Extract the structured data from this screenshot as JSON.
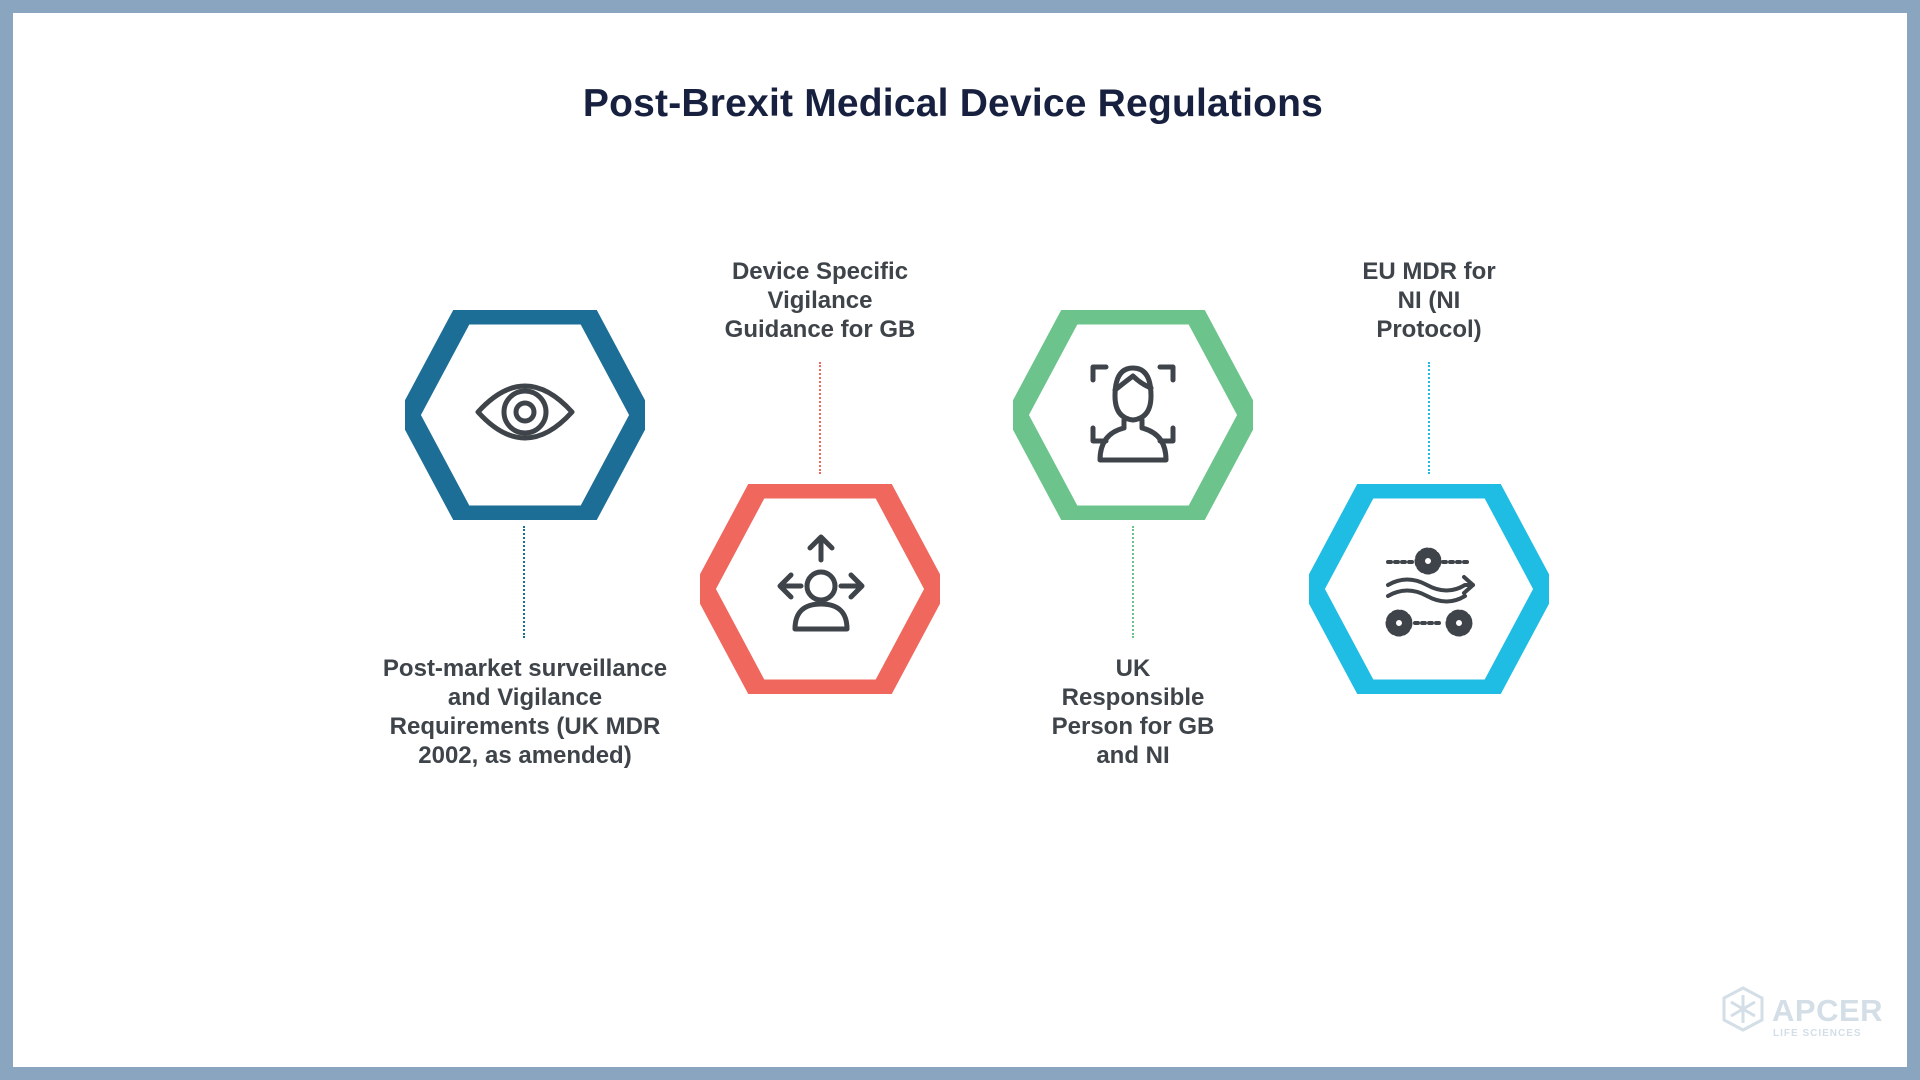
{
  "title": "Post-Brexit Medical Device Regulations",
  "colors": {
    "border": "#8aa5bf",
    "title": "#17203f",
    "text": "#3e4449",
    "icon": "#3e4449",
    "hex1": "#1d6e96",
    "hex2": "#f0675e",
    "hex3": "#6cc48c",
    "hex4": "#1fbde3",
    "logo": "#d3dee7"
  },
  "items": [
    {
      "icon": "eye-icon",
      "label_lines": [
        "Post-market surveillance",
        "and Vigilance",
        "Requirements (UK MDR",
        "2002, as amended)"
      ]
    },
    {
      "icon": "person-arrows-icon",
      "label_lines": [
        "Device Specific",
        "Vigilance",
        "Guidance for GB"
      ]
    },
    {
      "icon": "face-scan-icon",
      "label_lines": [
        "UK",
        "Responsible",
        "Person for GB",
        "and NI"
      ]
    },
    {
      "icon": "gears-process-icon",
      "label_lines": [
        "EU MDR for",
        "NI (NI",
        "Protocol)"
      ]
    }
  ],
  "logo": {
    "name": "APCER",
    "sub": "LIFE SCIENCES"
  }
}
